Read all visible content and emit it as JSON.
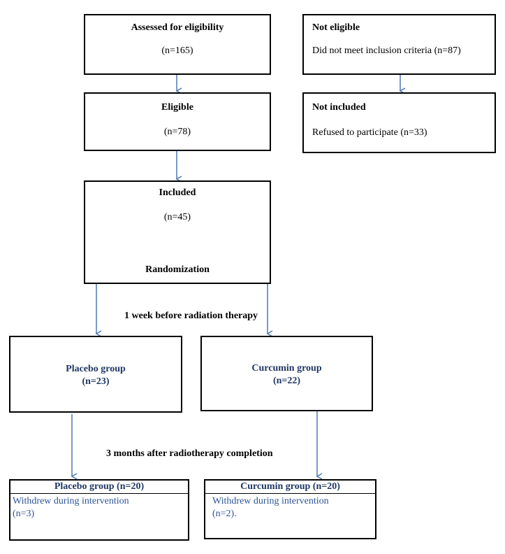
{
  "assessed": {
    "title": "Assessed for eligibility",
    "count": "(n=165)"
  },
  "not_eligible": {
    "title": "Not eligible",
    "detail": "Did not meet inclusion criteria (n=87)"
  },
  "eligible": {
    "title": "Eligible",
    "count": "(n=78)"
  },
  "not_included": {
    "title": "Not included",
    "detail": "Refused to participate (n=33)"
  },
  "included": {
    "title": "Included",
    "count": "(n=45)",
    "sub": "Randomization"
  },
  "phase1_label": "1 week before radiation therapy",
  "placebo": {
    "title": "Placebo group",
    "count": "(n=23)"
  },
  "curcumin": {
    "title": "Curcumin group",
    "count": "(n=22)"
  },
  "phase2_label": "3 months after radiotherapy completion",
  "placebo_final": {
    "title": "Placebo group (n=20)",
    "detail_line1": "Withdrew during intervention",
    "detail_line2": "(n=3)"
  },
  "curcumin_final": {
    "title": "Curcumin group (n=20)",
    "detail_line1": "Withdrew during intervention",
    "detail_line2": "(n=2)."
  },
  "colors": {
    "arrow": "#4a78b5",
    "heading": "#1f3864",
    "note": "#2e5597"
  }
}
